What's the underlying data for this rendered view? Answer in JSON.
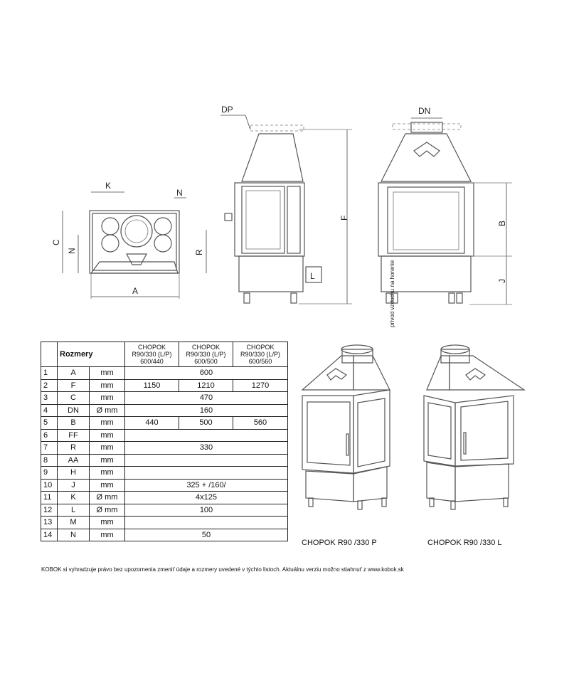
{
  "drawings": {
    "labels": {
      "K": "K",
      "N": "N",
      "C": "C",
      "R": "R",
      "A": "A",
      "DP": "DP",
      "DN": "DN",
      "F": "F",
      "B": "B",
      "J": "J",
      "L": "L",
      "air_supply": "prívod vzduchu na horenie"
    }
  },
  "table": {
    "title": "Rozmery",
    "columns": [
      "CHOPOK R90/330 (L/P) 600/440",
      "CHOPOK R90/330 (L/P) 600/500",
      "CHOPOK R90/330 (L/P) 600/560"
    ],
    "rows": [
      {
        "n": "1",
        "name": "A",
        "unit": "mm",
        "merged": "600"
      },
      {
        "n": "2",
        "name": "F",
        "unit": "mm",
        "v": [
          "1150",
          "1210",
          "1270"
        ]
      },
      {
        "n": "3",
        "name": "C",
        "unit": "mm",
        "merged": "470"
      },
      {
        "n": "4",
        "name": "DN",
        "unit": "Ø mm",
        "merged": "160"
      },
      {
        "n": "5",
        "name": "B",
        "unit": "mm",
        "v": [
          "440",
          "500",
          "560"
        ]
      },
      {
        "n": "6",
        "name": "FF",
        "unit": "mm",
        "merged": ""
      },
      {
        "n": "7",
        "name": "R",
        "unit": "mm",
        "merged": "330"
      },
      {
        "n": "8",
        "name": "AA",
        "unit": "mm",
        "merged": ""
      },
      {
        "n": "9",
        "name": "H",
        "unit": "mm",
        "merged": ""
      },
      {
        "n": "10",
        "name": "J",
        "unit": "mm",
        "merged": "325 + /160/"
      },
      {
        "n": "11",
        "name": "K",
        "unit": "Ø mm",
        "merged": "4x125"
      },
      {
        "n": "12",
        "name": "L",
        "unit": "Ø mm",
        "merged": "100"
      },
      {
        "n": "13",
        "name": "M",
        "unit": "mm",
        "merged": ""
      },
      {
        "n": "14",
        "name": "N",
        "unit": "mm",
        "merged": "50"
      }
    ]
  },
  "captions": {
    "right_model": "CHOPOK   R90 /330 P",
    "left_model": "CHOPOK   R90 /330 L"
  },
  "footer": "KOBOK si vyhradzuje právo bez upozornenia zmeniť údaje a rozmery uvedené v týchto listoch. Aktuálnu verziu možno stiahnuť z www.kobok.sk"
}
